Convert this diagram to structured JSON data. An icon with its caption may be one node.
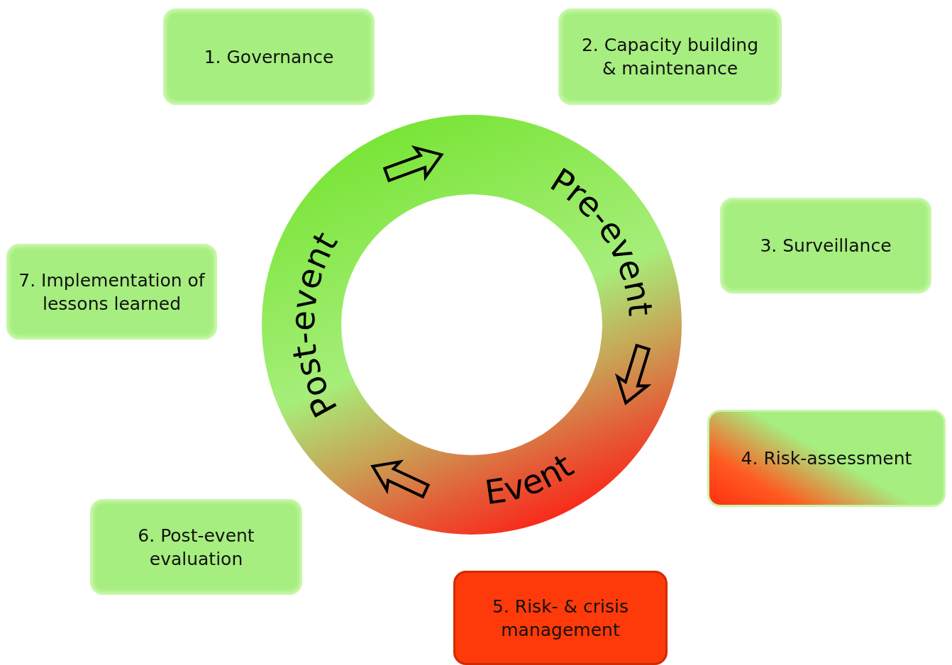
{
  "diagram": {
    "nodes": [
      {
        "text": [
          "1. Governance"
        ]
      },
      {
        "text": [
          "2. Capacity building & maintenance"
        ]
      },
      {
        "text": [
          "3. Surveillance"
        ]
      },
      {
        "text": [
          "4. Risk-assessment"
        ]
      },
      {
        "text": [
          "5. Risk- & crisis management"
        ]
      },
      {
        "text": [
          "6. Post-event evaluation"
        ]
      },
      {
        "text": [
          "7. Implementation of lessons learned"
        ]
      },
      {
        "text": [
          "Pre-event",
          "Event",
          "Post-event"
        ]
      }
    ]
  }
}
